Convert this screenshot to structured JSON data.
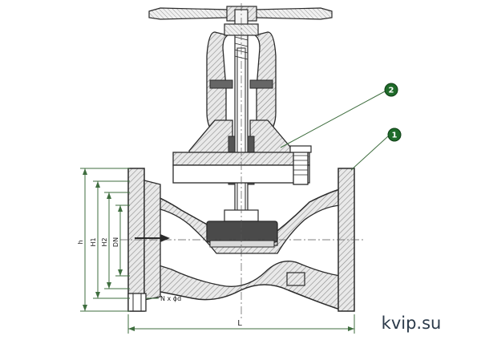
{
  "callouts": {
    "one": "1",
    "two": "2"
  },
  "dimensions": {
    "h": "h",
    "h1": "H1",
    "h2": "H2",
    "dn": "DN",
    "bolts": "N x ϕd",
    "length": "L"
  },
  "watermark": "kvip.su",
  "colors": {
    "line": "#2a2a2a",
    "hatch": "#8a8a8a",
    "dim_green": "#3f6e3f",
    "callout_fill": "#1f6b2a",
    "disc_fill": "#4a4a4a"
  }
}
